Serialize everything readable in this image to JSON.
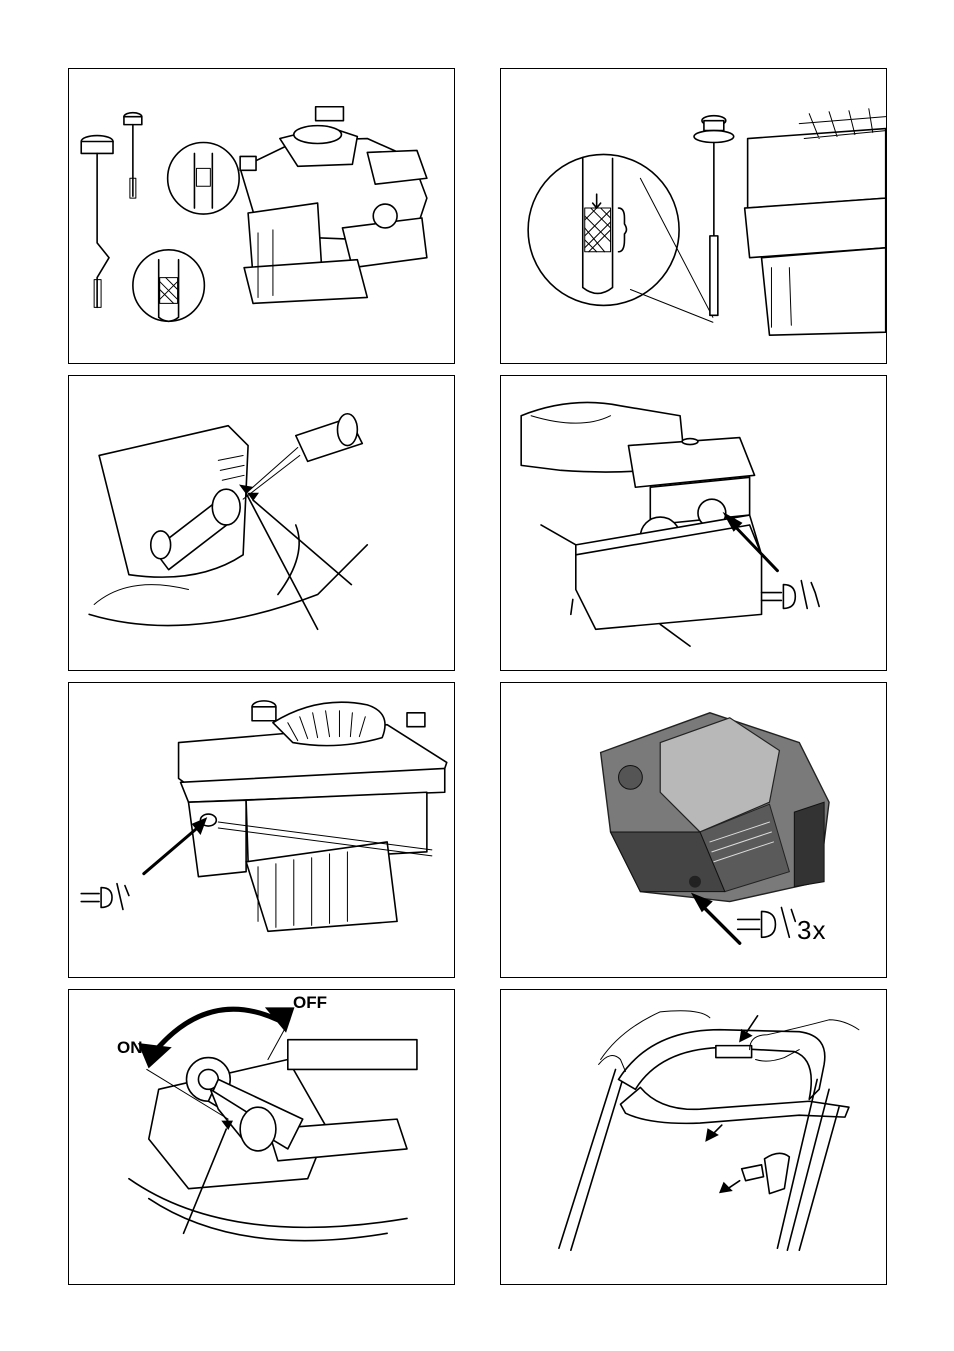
{
  "panels": [
    {
      "id": 1,
      "labels": []
    },
    {
      "id": 2,
      "labels": []
    },
    {
      "id": 3,
      "labels": []
    },
    {
      "id": 4,
      "labels": []
    },
    {
      "id": 5,
      "labels": []
    },
    {
      "id": 6,
      "labels": [
        "3x"
      ]
    },
    {
      "id": 7,
      "labels": [
        "ON",
        "OFF"
      ]
    },
    {
      "id": 8,
      "labels": []
    }
  ],
  "icons": {
    "primer": "primer-press-icon",
    "arrow": "pointer-arrow-icon",
    "rotate": "rotation-arrow-icon"
  }
}
